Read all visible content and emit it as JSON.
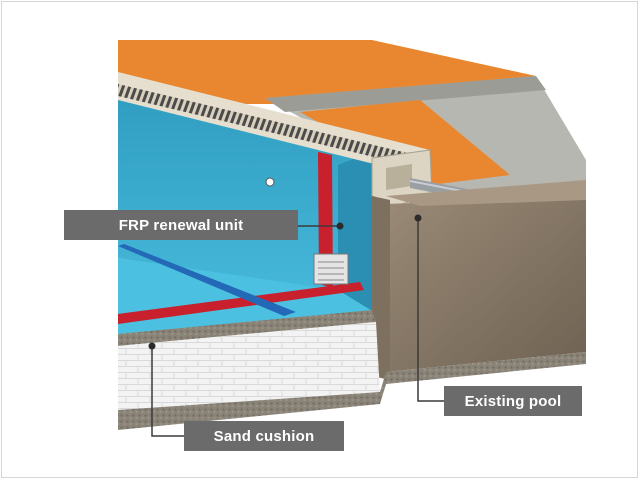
{
  "labels": {
    "frp": "FRP renewal unit",
    "existing": "Existing pool",
    "sand": "Sand cushion"
  },
  "colors": {
    "deck_orange": "#e8872f",
    "pool_blue": "#3fb2d4",
    "red_line": "#c8202c",
    "lane_blue": "#2468b8",
    "concrete": "#8c7c6a",
    "label_bg": "#6b6b6b"
  }
}
